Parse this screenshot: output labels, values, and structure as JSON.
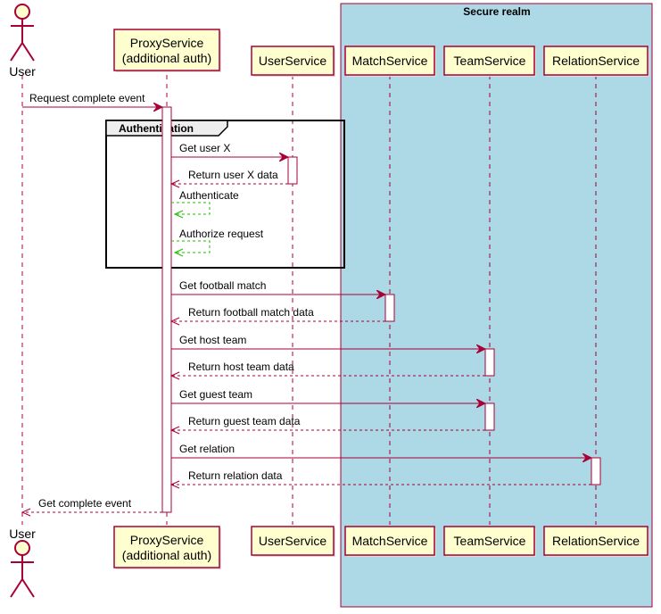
{
  "colors": {
    "border": "#A80036",
    "participant_fill": "#FEFECE",
    "realm_fill": "#ADD8E6",
    "self_message": "#22BB00",
    "lifeline": "#A80036",
    "text": "#000000"
  },
  "realm": {
    "title": "Secure realm"
  },
  "group": {
    "title": "Authentication"
  },
  "participants": [
    {
      "id": "user",
      "kind": "actor",
      "label": [
        "User"
      ]
    },
    {
      "id": "proxy",
      "kind": "box",
      "label": [
        "ProxyService",
        "(additional auth)"
      ]
    },
    {
      "id": "users",
      "kind": "box",
      "label": [
        "UserService"
      ]
    },
    {
      "id": "match",
      "kind": "box",
      "label": [
        "MatchService"
      ]
    },
    {
      "id": "team",
      "kind": "box",
      "label": [
        "TeamService"
      ]
    },
    {
      "id": "relation",
      "kind": "box",
      "label": [
        "RelationService"
      ]
    }
  ],
  "messages": [
    {
      "from": "user",
      "to": "proxy",
      "label": "Request complete event",
      "style": "solid"
    },
    {
      "from": "proxy",
      "to": "users",
      "label": "Get user X",
      "style": "solid"
    },
    {
      "from": "users",
      "to": "proxy",
      "label": "Return user X data",
      "style": "dashed"
    },
    {
      "from": "proxy",
      "to": "proxy",
      "label": "Authenticate",
      "style": "self"
    },
    {
      "from": "proxy",
      "to": "proxy",
      "label": "Authorize request",
      "style": "self"
    },
    {
      "from": "proxy",
      "to": "match",
      "label": "Get football match",
      "style": "solid"
    },
    {
      "from": "match",
      "to": "proxy",
      "label": "Return football match data",
      "style": "dashed"
    },
    {
      "from": "proxy",
      "to": "team",
      "label": "Get host team",
      "style": "solid"
    },
    {
      "from": "team",
      "to": "proxy",
      "label": "Return host team data",
      "style": "dashed"
    },
    {
      "from": "proxy",
      "to": "team",
      "label": "Get guest team",
      "style": "solid"
    },
    {
      "from": "team",
      "to": "proxy",
      "label": "Return guest team data",
      "style": "dashed"
    },
    {
      "from": "proxy",
      "to": "relation",
      "label": "Get relation",
      "style": "solid"
    },
    {
      "from": "relation",
      "to": "proxy",
      "label": "Return relation data",
      "style": "dashed"
    },
    {
      "from": "proxy",
      "to": "user",
      "label": "Get complete event",
      "style": "dashed"
    }
  ]
}
